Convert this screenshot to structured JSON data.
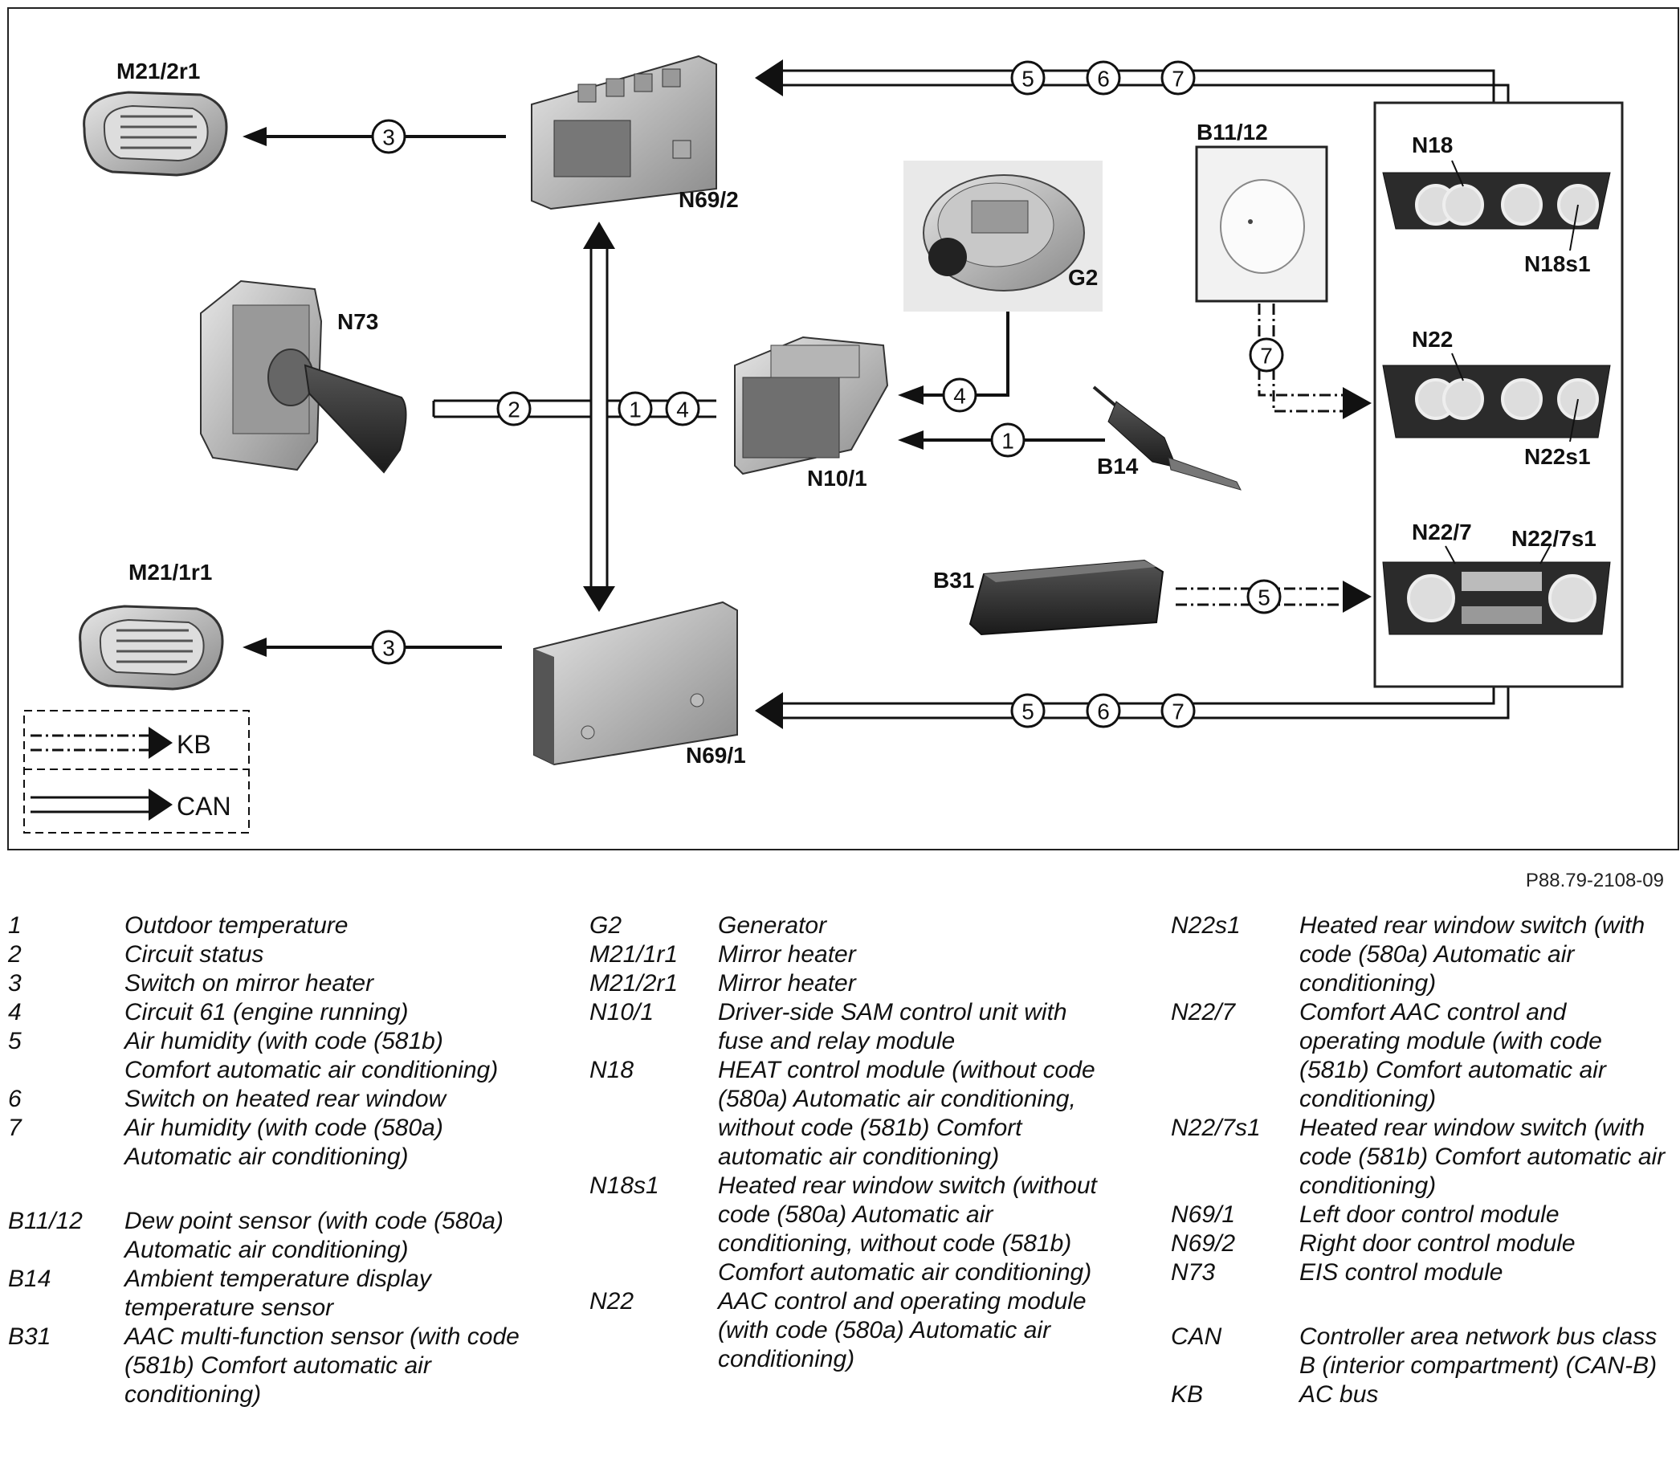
{
  "diagram": {
    "components": {
      "m21_2r1": "M21/2r1",
      "m21_1r1": "M21/1r1",
      "n69_2": "N69/2",
      "n69_1": "N69/1",
      "n73": "N73",
      "n10_1": "N10/1",
      "g2": "G2",
      "b14": "B14",
      "b11_12": "B11/12",
      "b31": "B31",
      "n18": "N18",
      "n18s1": "N18s1",
      "n22": "N22",
      "n22s1": "N22s1",
      "n22_7": "N22/7",
      "n22_7s1": "N22/7s1"
    },
    "signal_numbers": [
      "1",
      "2",
      "3",
      "4",
      "5",
      "6",
      "7"
    ],
    "legend": {
      "kb": "KB",
      "can": "CAN"
    }
  },
  "reference": "P88.79-2108-09",
  "key_columns": [
    [
      {
        "code": "1",
        "desc": "Outdoor temperature"
      },
      {
        "code": "2",
        "desc": "Circuit status"
      },
      {
        "code": "3",
        "desc": "Switch on mirror heater"
      },
      {
        "code": "4",
        "desc": "Circuit 61 (engine running)"
      },
      {
        "code": "5",
        "desc": "Air humidity (with code (581b) Comfort automatic air conditioning)"
      },
      {
        "code": "6",
        "desc": "Switch on heated rear window"
      },
      {
        "code": "7",
        "desc": "Air humidity (with code (580a) Automatic air conditioning)"
      },
      {
        "code": "B11/12",
        "desc": "Dew point sensor (with code (580a) Automatic air conditioning)"
      },
      {
        "code": "B14",
        "desc": "Ambient temperature display temperature sensor"
      },
      {
        "code": "B31",
        "desc": "AAC multi-function sensor (with code (581b) Comfort automatic air conditioning)"
      }
    ],
    [
      {
        "code": "G2",
        "desc": "Generator"
      },
      {
        "code": "M21/1r1",
        "desc": "Mirror heater"
      },
      {
        "code": "M21/2r1",
        "desc": "Mirror heater"
      },
      {
        "code": "N10/1",
        "desc": "Driver-side SAM control unit with fuse and relay module"
      },
      {
        "code": "N18",
        "desc": "HEAT control module (without code (580a) Automatic air conditioning, without code (581b) Comfort automatic air conditioning)"
      },
      {
        "code": "N18s1",
        "desc": "Heated rear window switch (without code (580a) Automatic air conditioning, without code (581b) Comfort automatic air conditioning)"
      },
      {
        "code": "N22",
        "desc": "AAC control and operating module (with code (580a) Automatic air conditioning)"
      }
    ],
    [
      {
        "code": "N22s1",
        "desc": "Heated rear window switch (with code (580a) Automatic air conditioning)"
      },
      {
        "code": "N22/7",
        "desc": "Comfort AAC control and operating module (with code (581b) Comfort automatic air conditioning)"
      },
      {
        "code": "N22/7s1",
        "desc": "Heated rear window switch (with code (581b) Comfort automatic air conditioning)"
      },
      {
        "code": "N69/1",
        "desc": "Left door control module"
      },
      {
        "code": "N69/2",
        "desc": "Right door control module"
      },
      {
        "code": "N73",
        "desc": "EIS control module"
      },
      {
        "code": "CAN",
        "desc": "Controller area network bus class B (interior compartment) (CAN-B)"
      },
      {
        "code": "KB",
        "desc": "AC bus"
      }
    ]
  ]
}
